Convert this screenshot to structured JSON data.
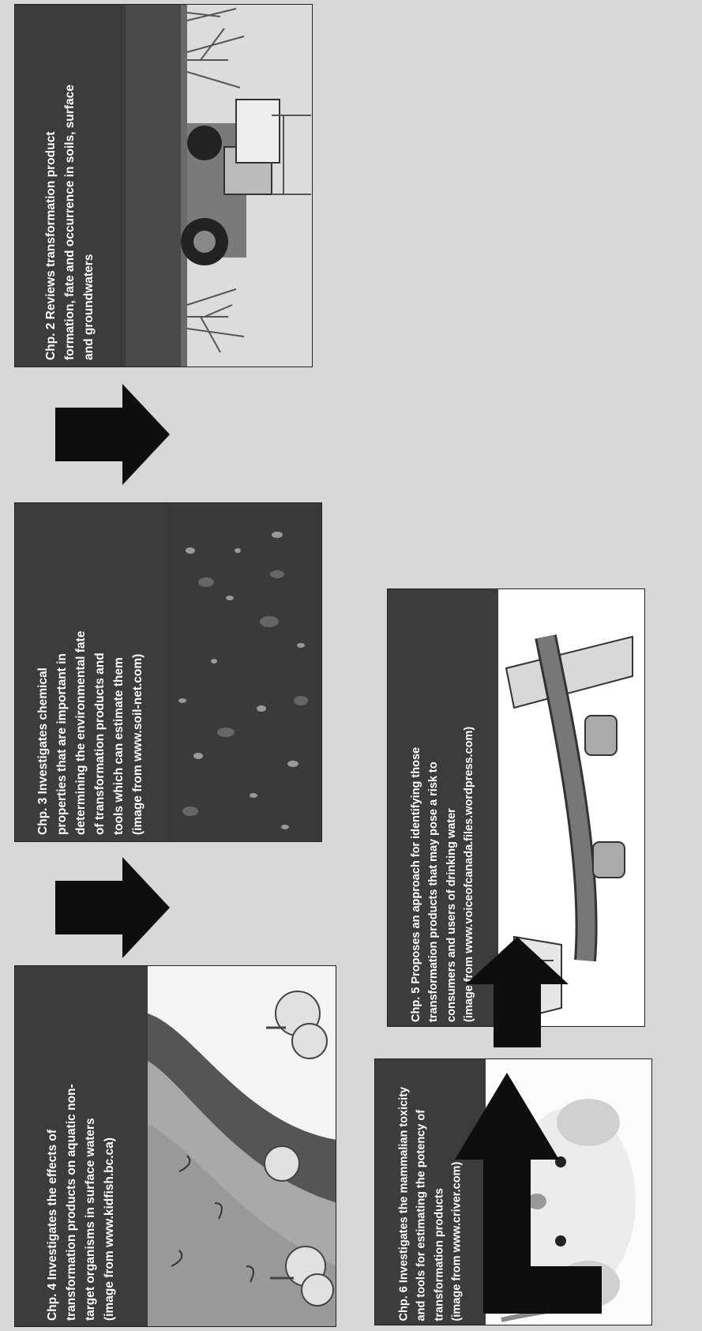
{
  "colors": {
    "background": "#d7d7d7",
    "caption_bg": "#3c3c3c",
    "caption_text": "#ffffff",
    "arrow": "#0e0e0e"
  },
  "chapters": [
    {
      "chapter": "Chp. 2",
      "lines": "Chp. 2 Reviews transformation product\nformation, fate and occurrence in soils, surface\nand groundwaters",
      "image": "tractor-spraying-field-photo"
    },
    {
      "chapter": "Chp. 3",
      "lines": "Chp. 3 Investigates chemical\nproperties that are important in\ndetermining the environmental fate\nof transformation products and\ntools which can estimate them\n(image from www.soil-net.com)",
      "image": "soil-surface-photo"
    },
    {
      "chapter": "Chp. 4",
      "lines": "Chp. 4 Investigates the effects of\ntransformation products on aquatic non-\ntarget organisms in surface waters\n(image from www.kidfish.bc.ca)",
      "image": "river-cartoon"
    },
    {
      "chapter": "Chp. 5",
      "lines": "Chp. 5 Proposes an approach for identifying those\ntransformation products that may pose a risk to\nconsumers and users of drinking water\n(image from www.voiceofcanada.files.wordpress.com)",
      "image": "water-tap-cartoon"
    },
    {
      "chapter": "Chp. 6",
      "lines": "Chp. 6 Investigates the mammalian toxicity\nand tools for estimating the potency of\ntransformation products\n(image from www.criver.com)",
      "image": "white-rat-photo"
    }
  ],
  "arrows": [
    {
      "name": "arrow-chp2-to-chp3",
      "direction": "down"
    },
    {
      "name": "arrow-chp3-to-chp4",
      "direction": "down"
    },
    {
      "name": "arrow-chp4-to-chp5",
      "direction": "bent"
    },
    {
      "name": "arrow-chp5-to-chp6",
      "direction": "up"
    }
  ]
}
